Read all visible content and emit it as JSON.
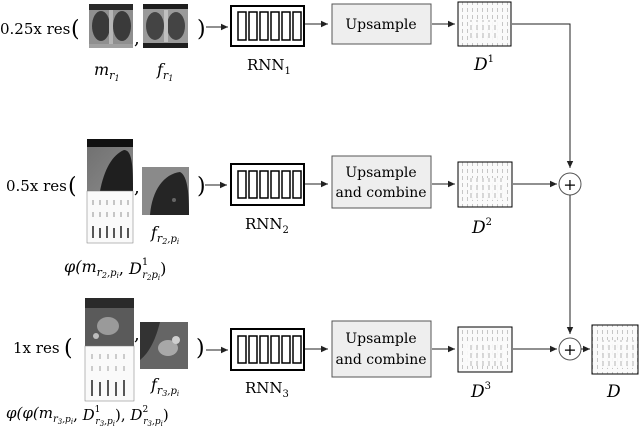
{
  "rows": [
    {
      "res_label": "0.25x res",
      "open_paren": "(",
      "comma": ",",
      "close_paren": ")",
      "input1_label": "m_{r_1}",
      "input2_label": "f_{r_1}",
      "rnn_label": "RNN",
      "rnn_sub": "1",
      "process_lines": [
        "Upsample"
      ],
      "output_label": "D",
      "output_sup": "1"
    },
    {
      "res_label": "0.5x res",
      "open_paren": "(",
      "comma": ",",
      "close_paren": ")",
      "input1_label": "φ(m_{r_2,p_i}, D^1_{r_2p_i})",
      "input2_label": "f_{r_2,p_i}",
      "rnn_label": "RNN",
      "rnn_sub": "2",
      "process_lines": [
        "Upsample",
        "and combine"
      ],
      "output_label": "D",
      "output_sup": "2"
    },
    {
      "res_label": "1x res",
      "open_paren": "(",
      "comma": ",",
      "close_paren": ")",
      "input1_label": "φ(φ(m_{r_3,p_i}, D^1_{r_3,p_i}), D^2_{r_3,p_i})",
      "input2_label": "f_{r_3,p_i}",
      "rnn_label": "RNN",
      "rnn_sub": "3",
      "process_lines": [
        "Upsample",
        "and combine"
      ],
      "output_label": "D",
      "output_sup": "3"
    }
  ],
  "sum_symbol": "+",
  "final_output_label": "D",
  "colors": {
    "line": "#222222",
    "process_fill": "#eeeeee",
    "process_stroke": "#555555"
  }
}
